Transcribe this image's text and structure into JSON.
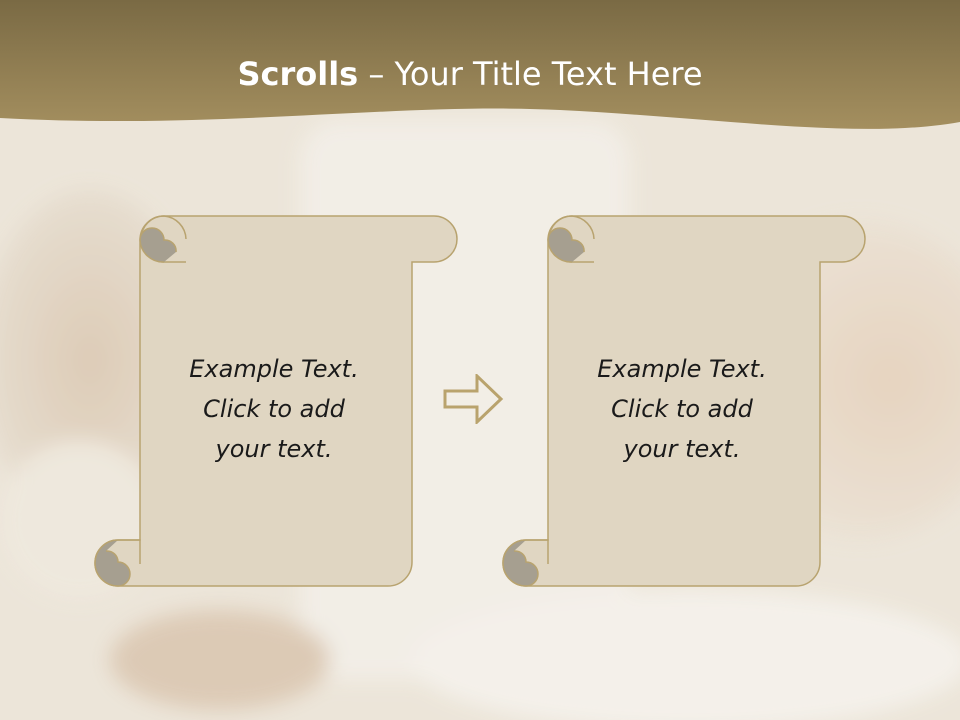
{
  "slide": {
    "title_bold": "Scrolls",
    "title_rest": " – Your Title Text Here"
  },
  "scrolls": [
    {
      "lines": [
        "Example  Text.",
        "Click  to add",
        "your text."
      ]
    },
    {
      "lines": [
        "Example  Text.",
        "Click  to add",
        "your text."
      ]
    }
  ],
  "colors": {
    "header": "#8e7c52",
    "scroll_fill": "#e0d6c2",
    "scroll_stroke": "#b8a36f",
    "curl_fill": "#a69f90",
    "arrow_stroke": "#b9a36d"
  },
  "icons": {
    "arrow": "right-arrow-outline-icon"
  }
}
